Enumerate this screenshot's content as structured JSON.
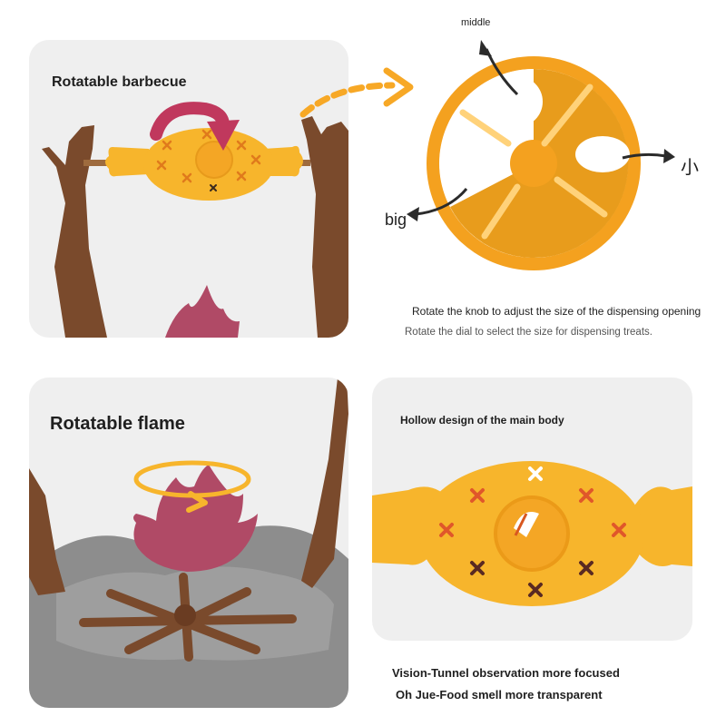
{
  "panels": {
    "barbecue": {
      "title": "Rotatable barbecue"
    },
    "dial": {
      "label_middle": "middle",
      "label_small": "小",
      "label_big": "big",
      "caption_main": "Rotate the knob to adjust the size of the dispensing opening",
      "caption_sub": "Rotate the dial to select the size for dispensing treats."
    },
    "flame": {
      "title": "Rotatable flame"
    },
    "body": {
      "title": "Hollow design of the main body",
      "feature_1": "Vision-Tunnel observation more focused",
      "feature_2": "Oh Jue-Food smell more transparent"
    }
  },
  "colors": {
    "panel_bg": "#efefef",
    "yellow": "#f7b52c",
    "orange": "#f39a1d",
    "brown": "#7a4a2c",
    "flame": "#b04a66",
    "gray_base": "#8d8d8d"
  },
  "icons": [
    "curved-arrow-icon",
    "dashed-arrow-icon",
    "rotation-ring-arrow-icon",
    "pointer-arrow-icon"
  ]
}
